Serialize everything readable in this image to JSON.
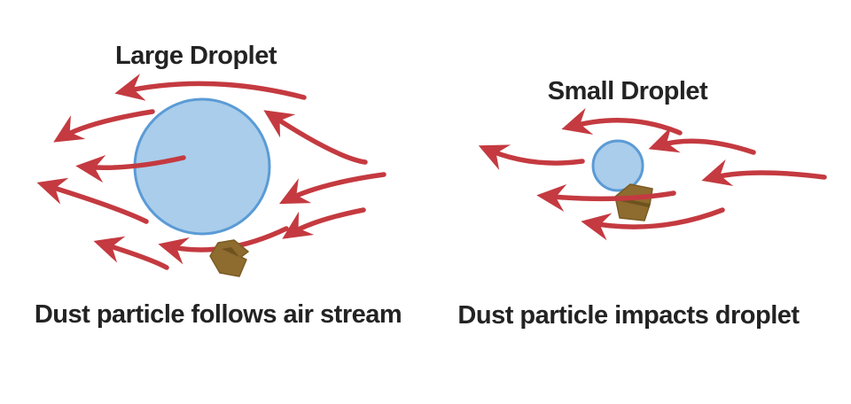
{
  "left_panel": {
    "title": "Large Droplet",
    "caption": "Dust particle follows air stream"
  },
  "right_panel": {
    "title": "Small Droplet",
    "caption": "Dust particle impacts droplet"
  },
  "colors": {
    "arrow_red": "#c43a40",
    "droplet_fill": "#a9cdeb",
    "droplet_stroke": "#5b9bd5",
    "dust_fill": "#8e6b2e",
    "dust_stroke": "#7a5c23",
    "text": "#232323",
    "background": "#ffffff"
  }
}
